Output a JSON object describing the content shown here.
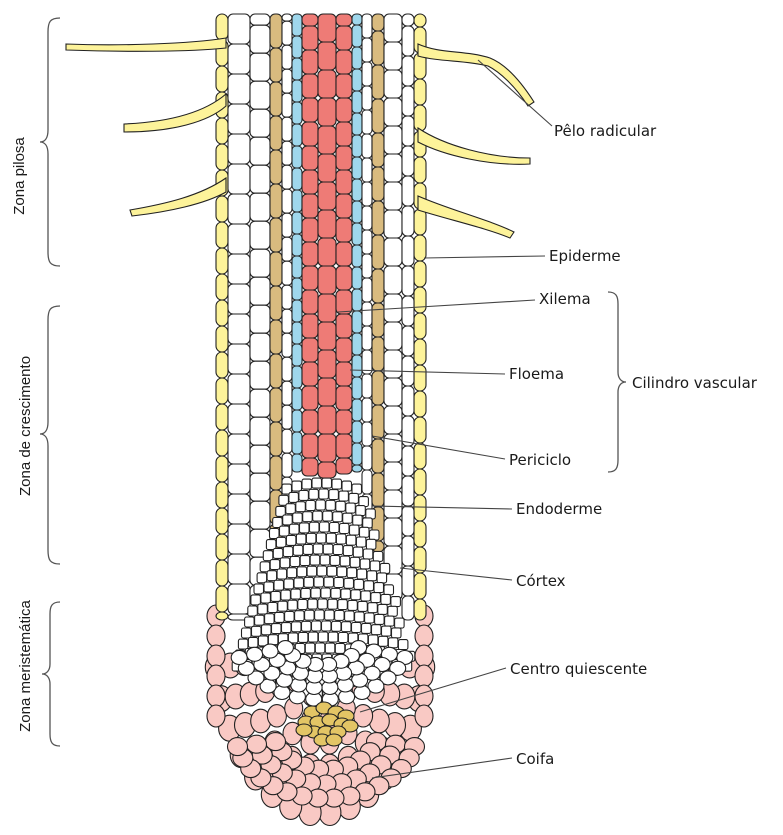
{
  "labels": {
    "pelo_radicular": "Pêlo radicular",
    "epiderme": "Epiderme",
    "xilema": "Xilema",
    "floema": "Floema",
    "periciclo": "Periciclo",
    "cilindro_vascular": "Cilindro vascular",
    "endoderme": "Endoderme",
    "cortex": "Córtex",
    "centro_quiescente": "Centro quiescente",
    "coifa": "Coifa"
  },
  "zones": {
    "pilosa": "Zona pilosa",
    "crescimento": "Zona de crescimento",
    "meristematica": "Zona meristemática"
  },
  "colors": {
    "epidermis": "#fdf39a",
    "xylem": "#ee7b76",
    "phloem": "#9fd7ec",
    "endodermis": "#d9bb7f",
    "quiescent_center": "#e3c565",
    "root_cap": "#f9c9c4",
    "cortex": "#ffffff",
    "outline": "#222222"
  }
}
